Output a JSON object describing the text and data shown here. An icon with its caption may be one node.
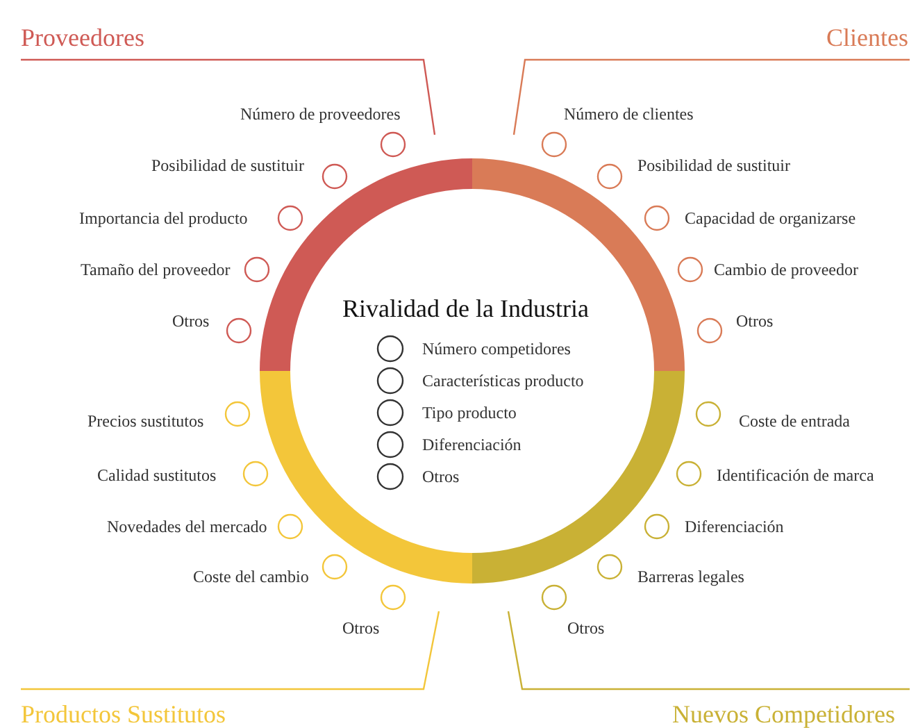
{
  "diagram": {
    "labels": [
      "Proveedores",
      "Clientes",
      "Número de proveedores",
      "Posibilidad de sustituir",
      "Importancia del producto",
      "Tamaño del proveedor",
      "Otros",
      "Número de clientes",
      "Posibilidad de sustituir",
      "Capacidad de organizarse",
      "Cambio de proveedor",
      "Otros",
      "Rivalidad de la Industria",
      "Número competidores",
      "Características producto",
      "Tipo producto",
      "Diferenciación",
      "Otros",
      "Precios sustitutos",
      "Calidad sustitutos",
      "Novedades del mercado",
      "Coste del cambio",
      "Otros",
      "Coste de entrada",
      "Identificación de marca",
      "Diferenciación",
      "Barreras legales",
      "Otros",
      "Productos Sustitutos",
      "Nuevos Competidores"
    ]
  }
}
